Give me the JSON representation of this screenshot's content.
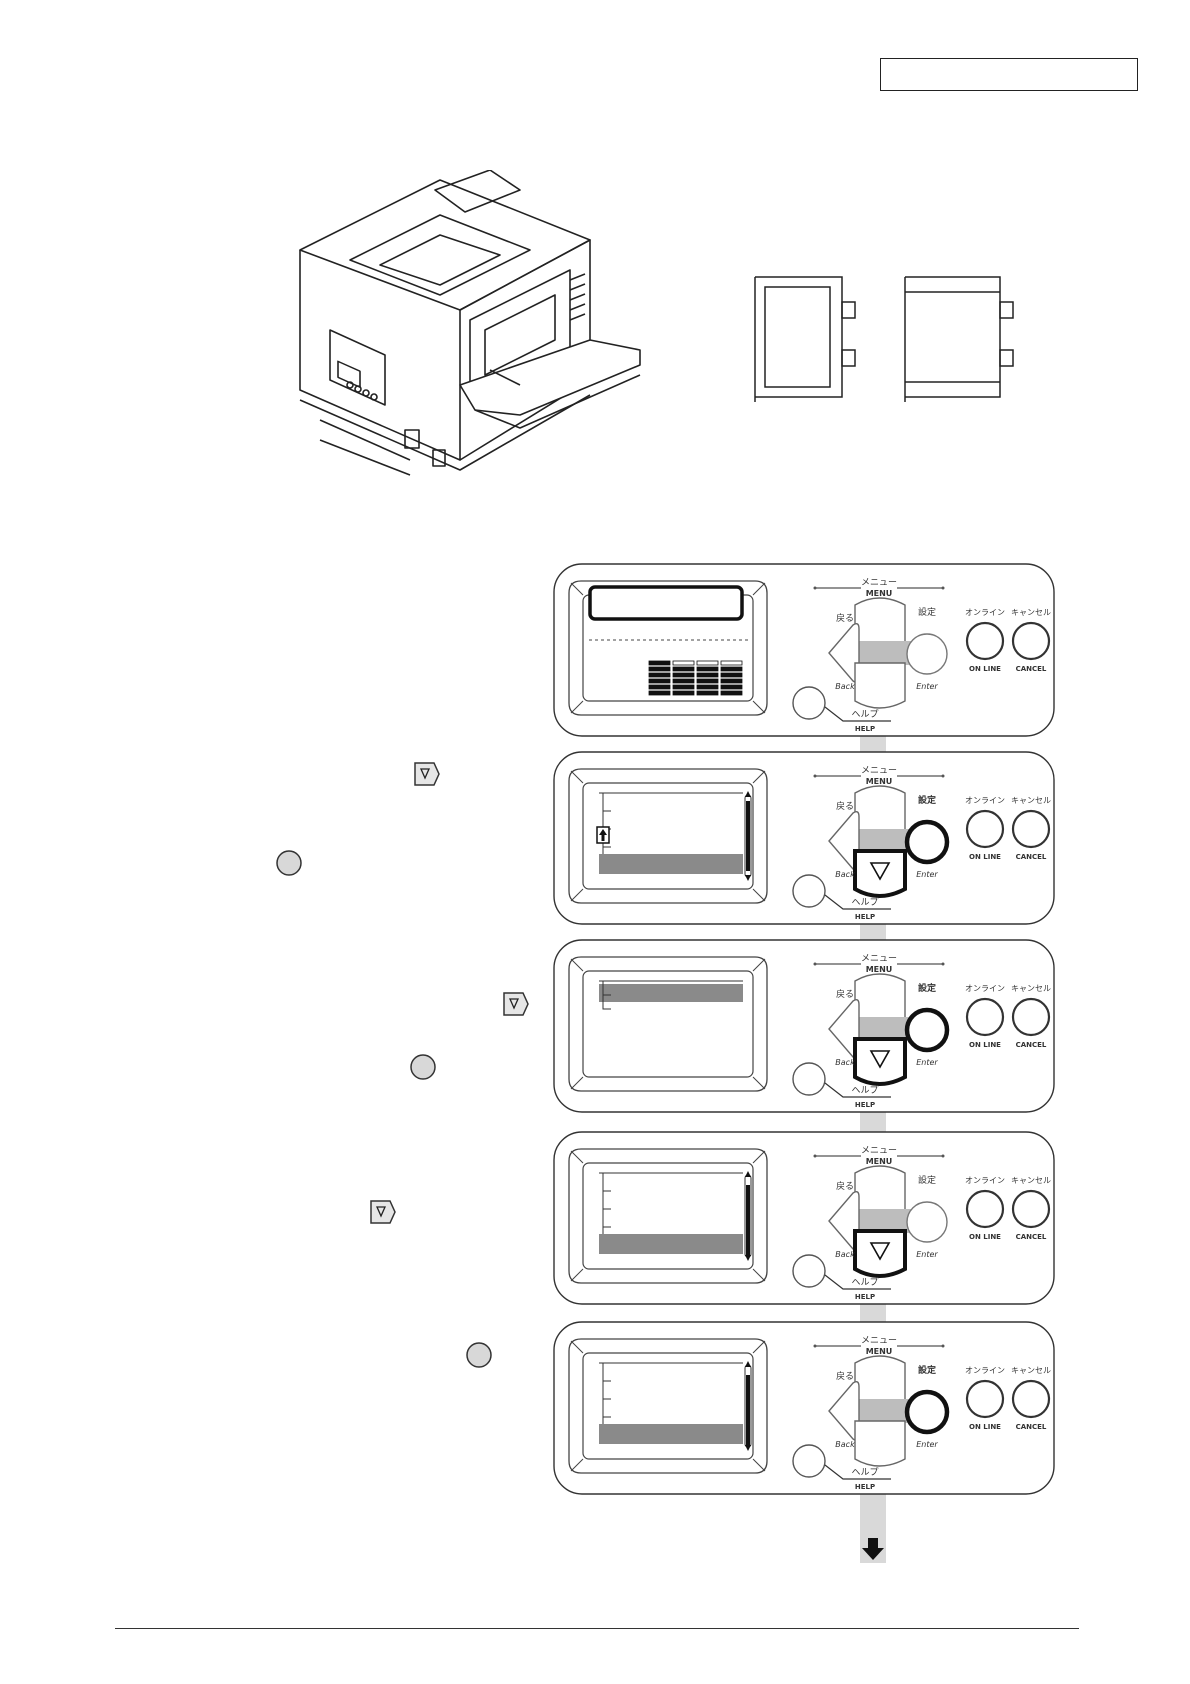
{
  "panel_labels": {
    "menu_jp": "メニュー",
    "menu_en": "MENU",
    "back_jp": "戻る",
    "back_en": "Back",
    "enter_jp": "設定",
    "enter_en": "Enter",
    "online_jp": "オンライン",
    "online_en": "ON LINE",
    "cancel_jp": "キャンセル",
    "cancel_en": "CANCEL",
    "help_jp": "ヘルプ",
    "help_en": "HELP"
  },
  "panels": [
    {
      "name": "panel-step-1",
      "highlight": "none"
    },
    {
      "name": "panel-step-2",
      "highlight": "down-enter"
    },
    {
      "name": "panel-step-3",
      "highlight": "down-enter"
    },
    {
      "name": "panel-step-4",
      "highlight": "down"
    },
    {
      "name": "panel-step-5",
      "highlight": "enter"
    }
  ],
  "icons": {
    "down_key": "down-triangle-key-icon",
    "enter_key": "round-enter-key-icon",
    "continue_arrow": "arrow-down-icon"
  },
  "colors": {
    "line": "#333333",
    "highlight_bar": "#8a8a8a",
    "strip": "#d9d9d9"
  }
}
